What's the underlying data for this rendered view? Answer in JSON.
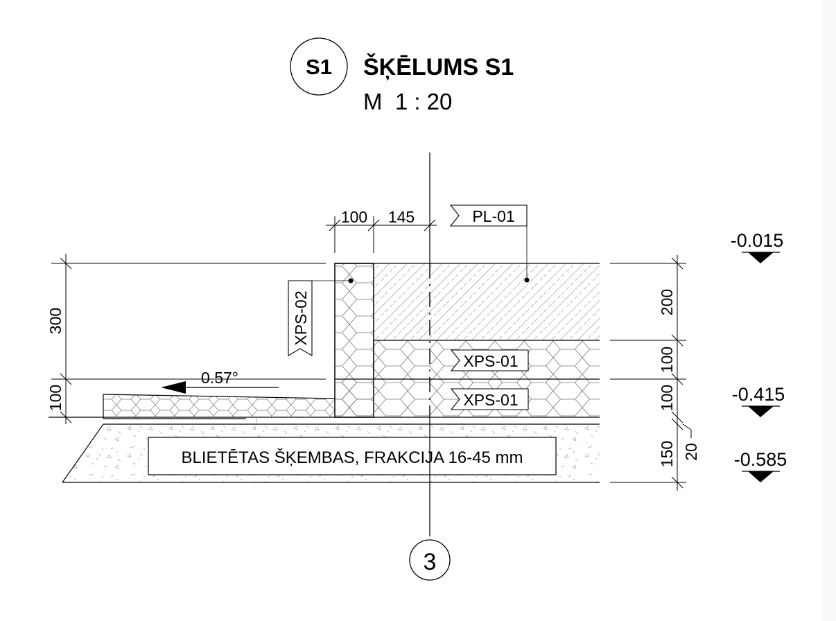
{
  "title": {
    "badge": "S1",
    "name": "ŠĶĒLUMS S1",
    "scale": "M  1 : 20"
  },
  "dimensions": {
    "top_100": "100",
    "top_145": "145",
    "left_300": "300",
    "left_100": "100",
    "right_200": "200",
    "right_100_upper": "100",
    "right_100_lower": "100",
    "right_150": "150",
    "right_20": "20"
  },
  "levels": {
    "top": "-0.015",
    "middle": "-0.415",
    "bottom": "-0.585"
  },
  "labels": {
    "pl01": "PL-01",
    "xps02": "XPS-02",
    "xps01_upper": "XPS-01",
    "xps01_lower": "XPS-01",
    "gravel": "BLIETĒTAS ŠĶEMBAS, FRAKCIJA 16-45 mm"
  },
  "slope": "0.57°",
  "axis": "3"
}
